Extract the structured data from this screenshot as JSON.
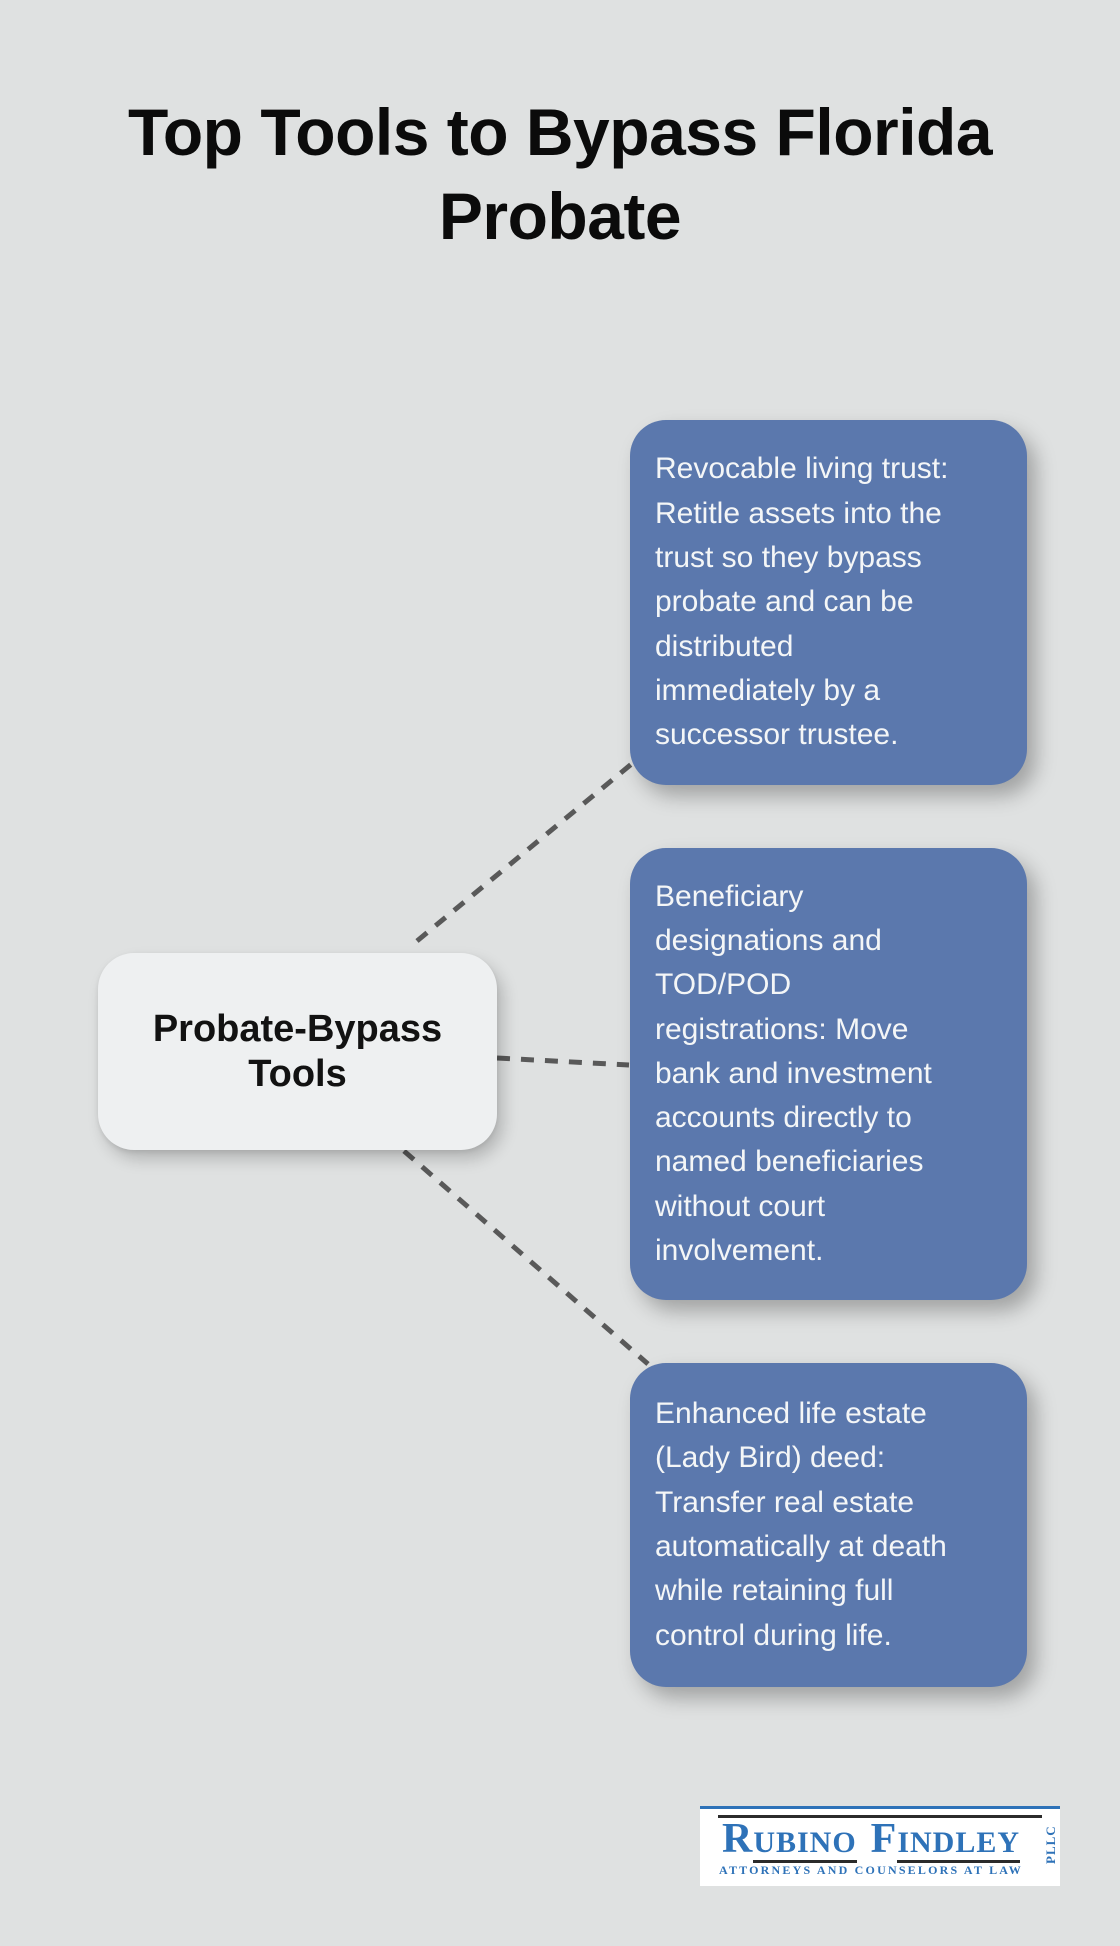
{
  "colors": {
    "bg": "#dfe1e1",
    "branch-fill": "#5b78ad",
    "branch-text": "#f4f6f7",
    "node-fill": "#eef0f1",
    "node-text": "#121212",
    "title-text": "#0b0b0b",
    "connector": "#595959",
    "logo-blue": "#2e72b8",
    "logo-rule": "#2b2b2b",
    "logo-bg": "#ffffff"
  },
  "title": {
    "text": "Top Tools to Bypass Florida Probate",
    "lines": [
      "Top Tools to Bypass Florida",
      "Probate"
    ]
  },
  "center_node": {
    "label": "Probate-Bypass Tools"
  },
  "branches": [
    {
      "text": "Revocable living trust: Retitle assets into the trust so they bypass probate and can be distributed immediately by a successor trustee.",
      "lines": [
        "Revocable living trust:",
        "Retitle assets into the",
        "trust so they bypass",
        "probate and can be",
        "distributed",
        "immediately by a",
        "successor trustee."
      ]
    },
    {
      "text": "Beneficiary designations and TOD/POD registrations: Move bank and investment accounts directly to named beneficiaries without court involvement.",
      "lines": [
        "Beneficiary",
        "designations and",
        "TOD/POD",
        "registrations: Move",
        "bank and investment",
        "accounts directly to",
        "named beneficiaries",
        "without court",
        "involvement."
      ]
    },
    {
      "text": "Enhanced life estate (Lady Bird) deed: Transfer real estate automatically at death while retaining full control during life.",
      "lines": [
        "Enhanced life estate",
        "(Lady Bird) deed:",
        "Transfer real estate",
        "automatically at death",
        "while retaining full",
        "control during life."
      ]
    }
  ],
  "logo": {
    "word1_initial": "R",
    "word1_rest": "UBINO",
    "word2_initial": "F",
    "word2_rest": "INDLEY",
    "suffix": "PLLC",
    "tagline": "ATTORNEYS AND COUNSELORS AT LAW"
  }
}
